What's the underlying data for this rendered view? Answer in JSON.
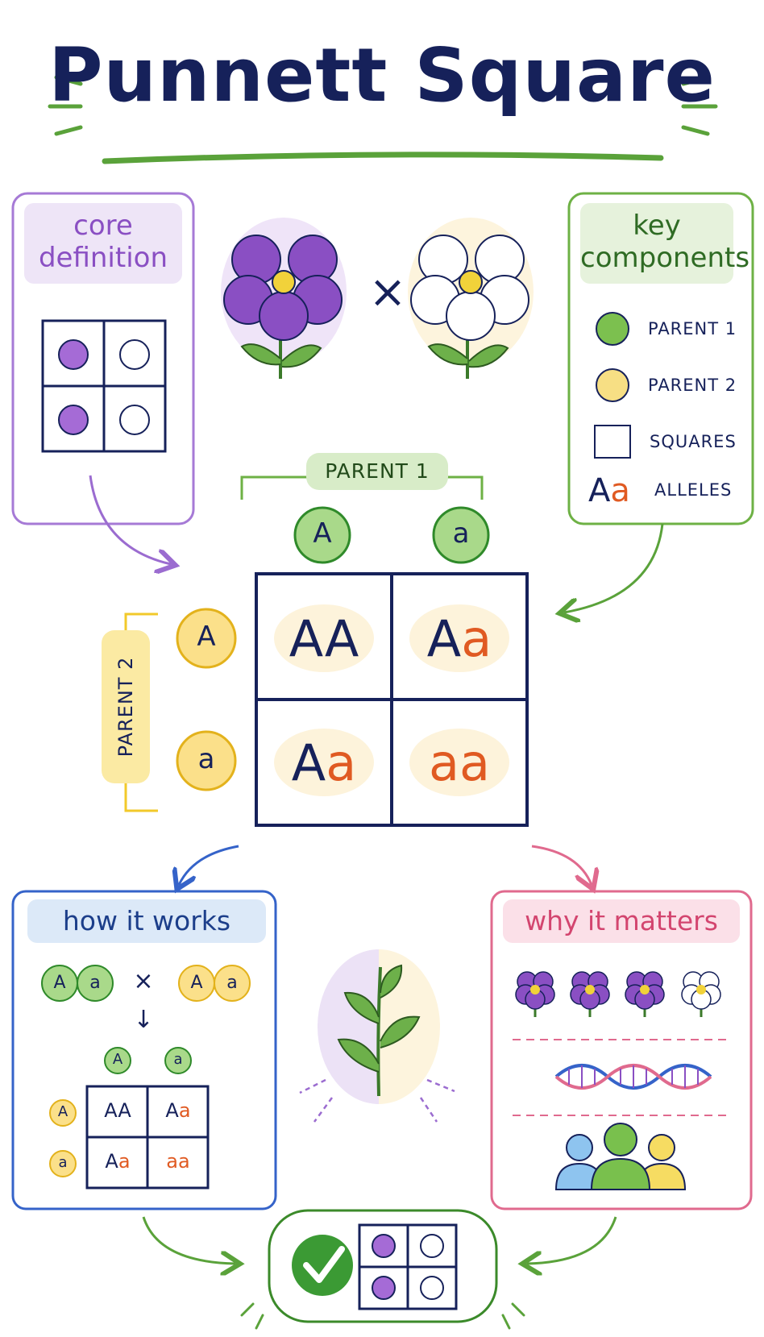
{
  "title": "Punnett Square",
  "panels": {
    "core": {
      "title_line1": "core",
      "title_line2": "definition"
    },
    "key": {
      "title_line1": "key",
      "title_line2": "components",
      "legend": [
        {
          "label": "PARENT 1",
          "icon": "green-circle-icon",
          "color": "#7cc04f"
        },
        {
          "label": "PARENT 2",
          "icon": "yellow-circle-icon",
          "color": "#f7df84"
        },
        {
          "label": "SQUARES",
          "icon": "square-icon",
          "color": "#ffffff"
        },
        {
          "label": "ALLELES",
          "icon": "alleles-icon",
          "symbol_dominant": "A",
          "symbol_recessive": "a"
        }
      ]
    },
    "how": {
      "title": "how it works",
      "cross_left": [
        "A",
        "a"
      ],
      "cross_right": [
        "A",
        "a"
      ],
      "cross_symbol": "×",
      "arrow": "↓",
      "cols": [
        "A",
        "a"
      ],
      "rows": [
        "A",
        "a"
      ],
      "cells": [
        [
          "AA",
          "Aa"
        ],
        [
          "Aa",
          "aa"
        ]
      ]
    },
    "why": {
      "title": "why it matters"
    }
  },
  "cross": {
    "symbol": "×"
  },
  "main_square": {
    "parent1_label": "PARENT 1",
    "parent2_label": "PARENT 2",
    "parent1_alleles": [
      "A",
      "a"
    ],
    "parent2_alleles": [
      "A",
      "a"
    ],
    "cells": [
      [
        {
          "dom": "AA",
          "rec": ""
        },
        {
          "dom": "A",
          "rec": "a"
        }
      ],
      [
        {
          "dom": "A",
          "rec": "a"
        },
        {
          "dom": "",
          "rec": "aa"
        }
      ]
    ]
  },
  "colors": {
    "navy": "#16215a",
    "purple": "#8a4fc3",
    "green": "#5aa23a",
    "yellow": "#f2c92a",
    "blue": "#3563c9",
    "pink": "#e06a8e",
    "orange": "#e05a22"
  }
}
